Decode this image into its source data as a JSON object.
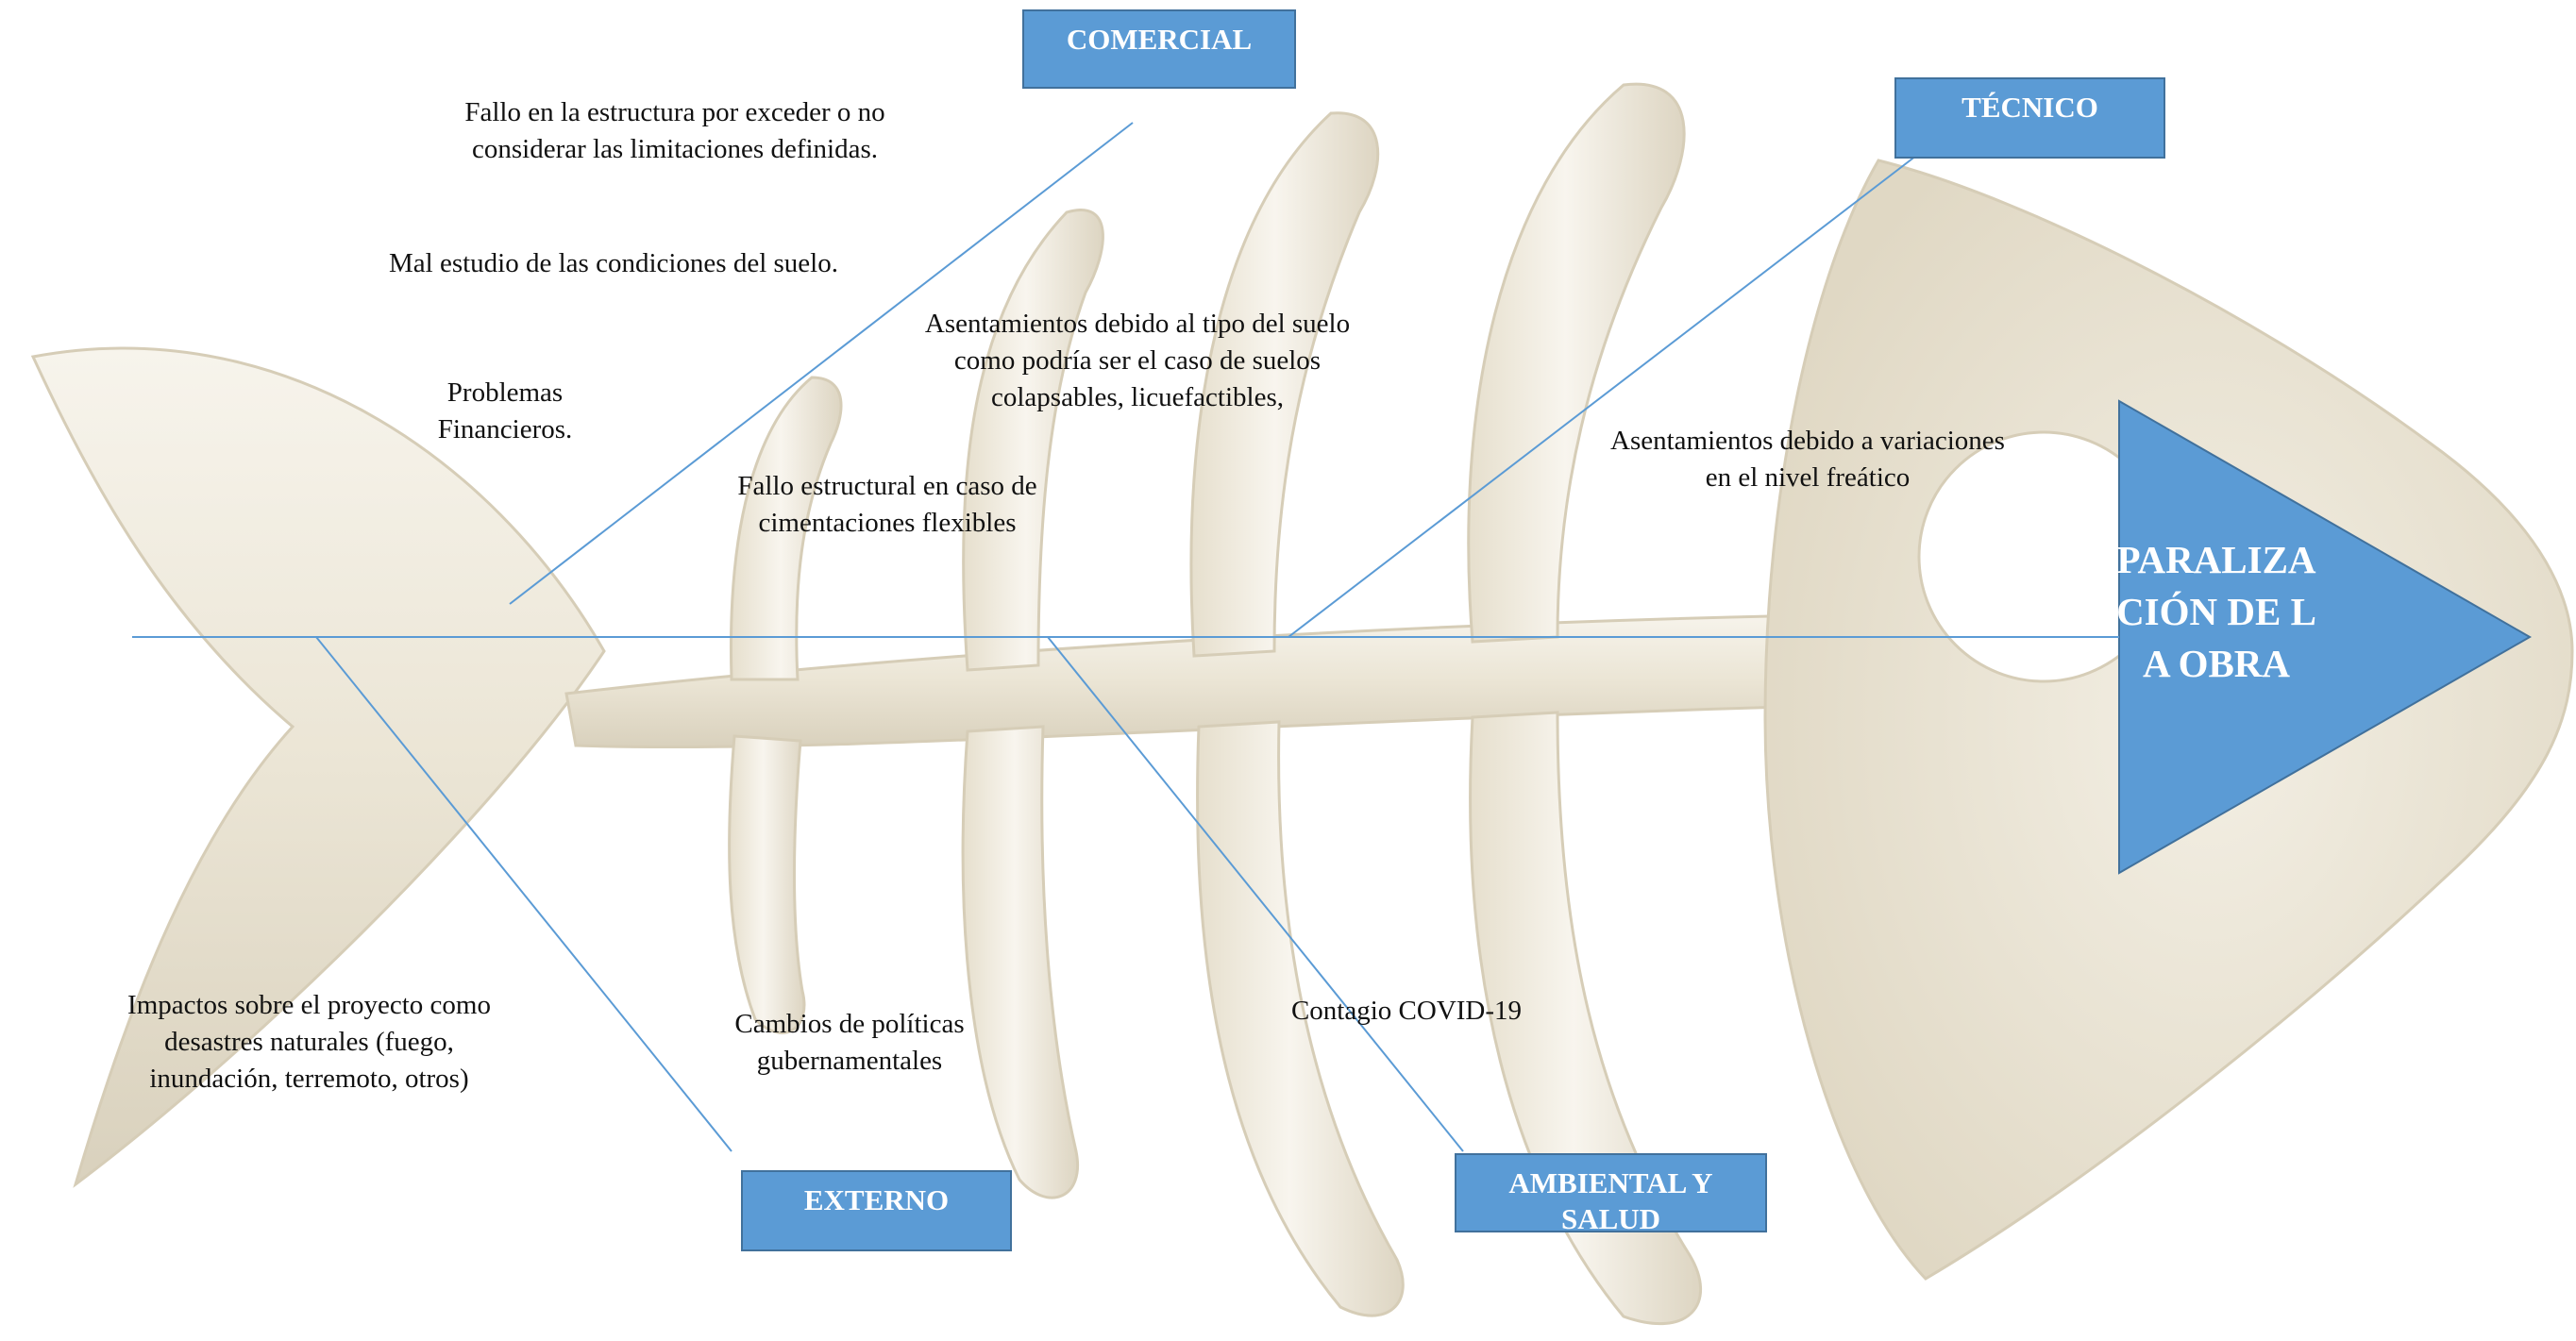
{
  "diagram": {
    "effect": "PARALIZACIÓN DE LA OBRA",
    "categories": {
      "comercial": "COMERCIAL",
      "tecnico": "TÉCNICO",
      "externo": "EXTERNO",
      "ambiental": "AMBIENTAL Y SALUD"
    },
    "causes": {
      "fallo_estructura": "Fallo en la estructura por exceder o no considerar las limitaciones definidas.",
      "mal_estudio_suelo": "Mal estudio de las condiciones del suelo.",
      "problemas_financieros": "Problemas Financieros.",
      "asentamientos_tipo_suelo": "Asentamientos debido al tipo del suelo como podría ser el caso de suelos colapsables, licuefactibles,",
      "fallo_cimentaciones": "Fallo estructural en caso de cimentaciones flexibles",
      "asentamientos_freatico": "Asentamientos debido a variaciones en el nivel freático",
      "impactos_desastres": "Impactos sobre el proyecto como desastres naturales (fuego, inundación, terremoto, otros)",
      "cambios_politicas": "Cambios de políticas gubernamentales",
      "contagio_covid": "Contagio COVID-19"
    },
    "colors": {
      "box_fill": "#5b9bd5",
      "box_border": "#41719c",
      "line": "#5b9bd5",
      "bone": "#ece6d6"
    }
  }
}
